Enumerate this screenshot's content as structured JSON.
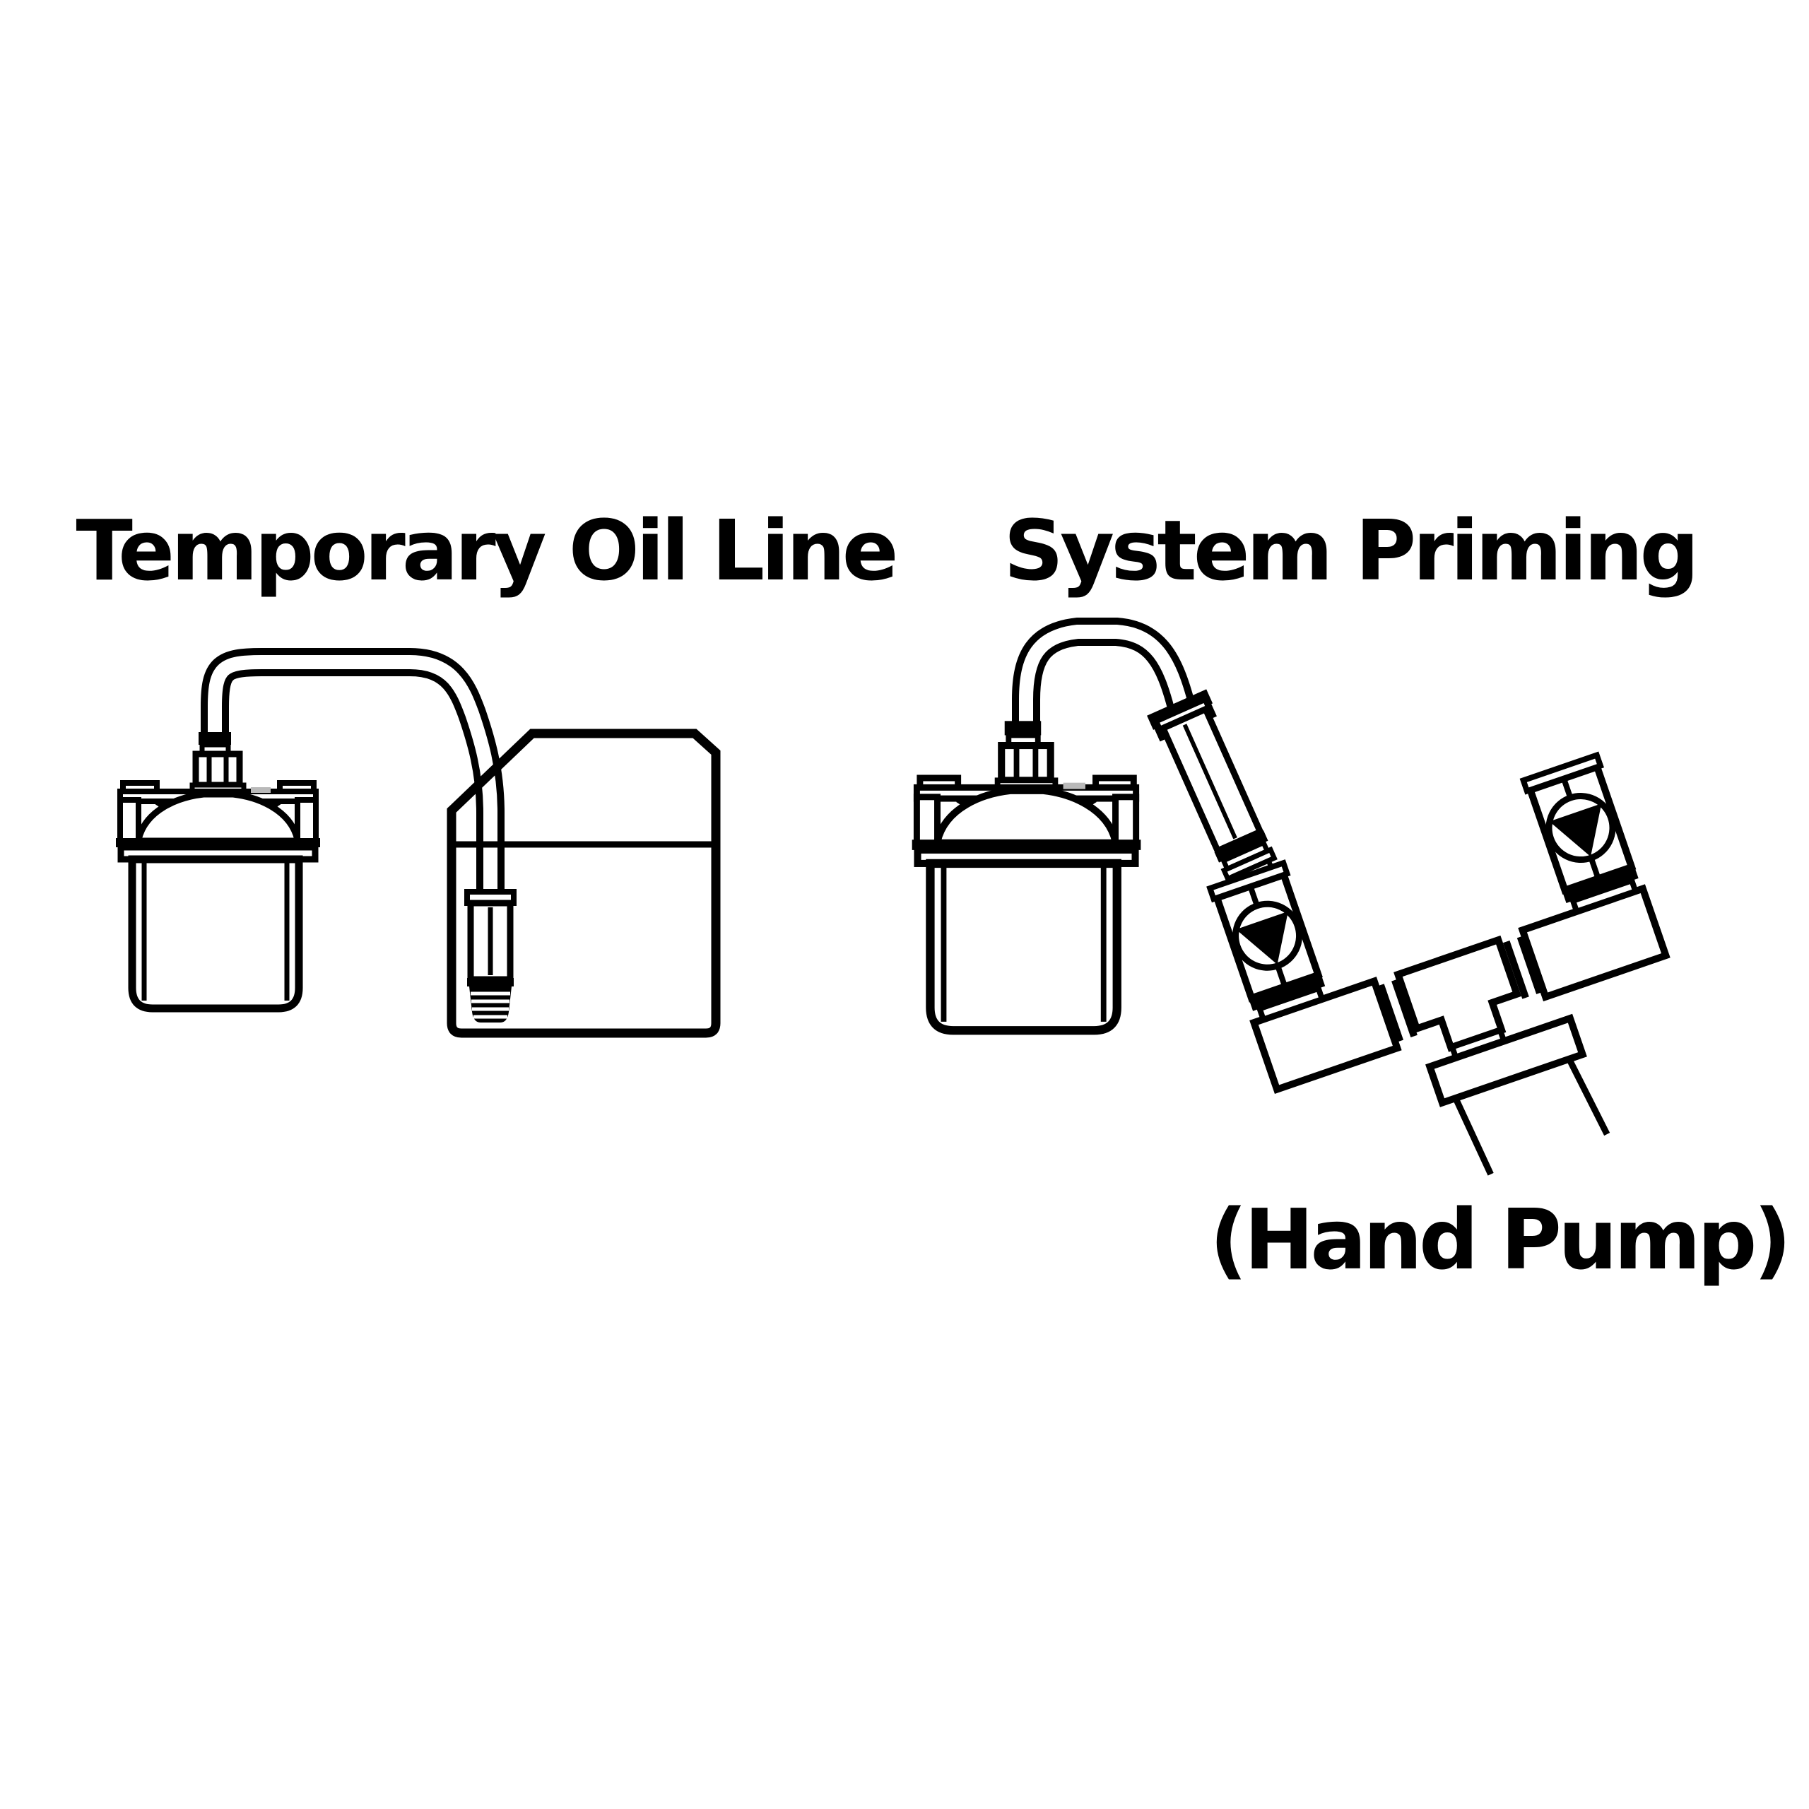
{
  "page": {
    "background_color": "#ffffff",
    "line_color": "#000000",
    "accent_gray": "#b9b9b9"
  },
  "left_panel": {
    "title": "Temporary Oil Line",
    "components": [
      "oil-filter-canister",
      "hose",
      "jerry-can",
      "oil-level-line",
      "suction-strainer"
    ]
  },
  "right_panel": {
    "title": "System Priming",
    "caption": "(Hand Pump)",
    "components": [
      "oil-filter-canister",
      "hose",
      "extension-tube",
      "bellows-coupling",
      "check-valve",
      "check-valve",
      "tee-fitting",
      "hand-pump"
    ]
  }
}
